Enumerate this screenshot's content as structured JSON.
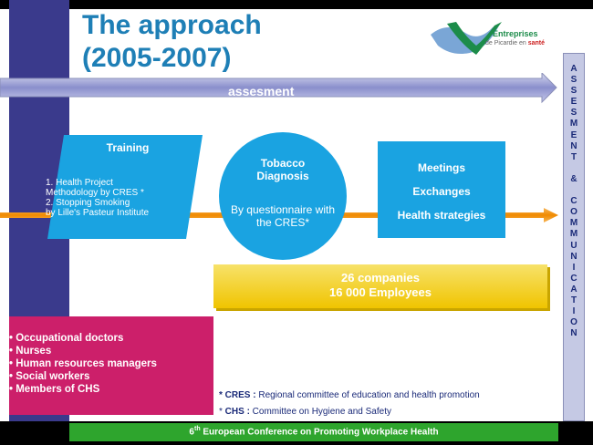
{
  "title_line1": "The approach",
  "title_line2": "(2005-2007)",
  "logo": {
    "line1": "Entreprises",
    "line2_prefix": "de Picardie en ",
    "line2_accent": "santé"
  },
  "side_banner": "A\nS\nS\nE\nS\nM\nE\nN\nT\n\n&\n\nC\nO\nM\nM\nU\nN\nI\nC\nA\nT\nI\nO\nN",
  "assessment_arrow": "assesment",
  "training": {
    "title": "Training",
    "item1_line1": "1. Health Project",
    "item1_line2": "Methodology by CRES *",
    "item2_line1": "2. Stopping Smoking",
    "item2_line2": "by Lille's Pasteur Institute"
  },
  "diagnosis": {
    "title_line1": "Tobacco",
    "title_line2": "Diagnosis",
    "body_line1": "By questionnaire with",
    "body_line2": "the CRES*"
  },
  "meetings": {
    "item1": "Meetings",
    "item2": "Exchanges",
    "item3": "Health strategies"
  },
  "companies": {
    "line1": "26 companies",
    "line2": "16 000 Employees"
  },
  "actors": [
    "• Occupational doctors",
    "• Nurses",
    "• Human resources managers",
    "• Social workers",
    "• Members of CHS"
  ],
  "footnotes": {
    "cres_label": "* CRES  :",
    "cres_text": " Regional committee of education and health promotion",
    "chs_label": "CHS :",
    "chs_prefix": "* ",
    "chs_text": " Committee on Hygiene and Safety"
  },
  "footer": {
    "prefix": "6",
    "sup": "th",
    "text": " European Conference on Promoting Workplace Health"
  },
  "colors": {
    "title": "#1e7fb6",
    "box_blue": "#1aa3e1",
    "pink": "#cc1f6a",
    "yellow": "#f0c400",
    "green": "#2ea52d",
    "orange": "#f08a00"
  }
}
